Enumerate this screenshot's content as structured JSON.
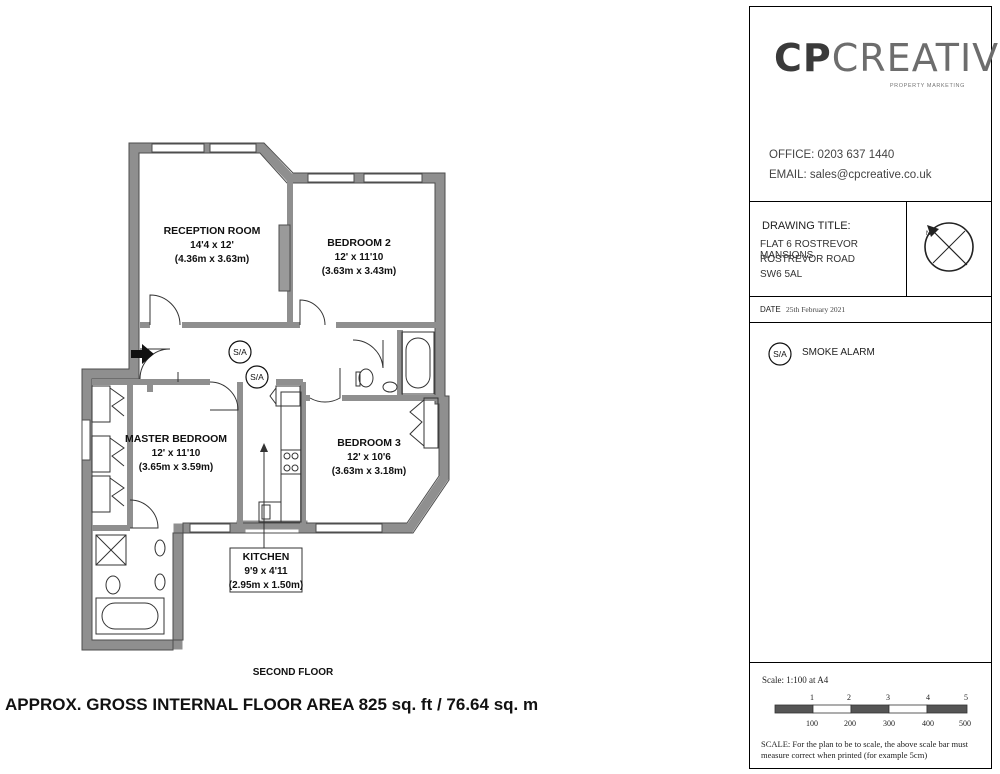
{
  "plan": {
    "rooms": [
      {
        "name": "RECEPTION ROOM",
        "imperial": "14'4 x 12'",
        "metric": "(4.36m x 3.63m)"
      },
      {
        "name": "BEDROOM 2",
        "imperial": "12' x 11'10",
        "metric": "(3.63m x 3.43m)"
      },
      {
        "name": "MASTER BEDROOM",
        "imperial": "12' x 11'10",
        "metric": "(3.65m x 3.59m)"
      },
      {
        "name": "BEDROOM 3",
        "imperial": "12' x 10'6",
        "metric": "(3.63m x 3.18m)"
      },
      {
        "name": "KITCHEN",
        "imperial": "9'9 x 4'11",
        "metric": "(2.95m x 1.50m)"
      }
    ],
    "smoke_alarm_symbol": "S/A",
    "floor": "SECOND FLOOR",
    "area": "APPROX. GROSS INTERNAL FLOOR AREA 825 sq. ft / 76.64 sq. m",
    "entrance_icon": "entrance-arrow-icon",
    "colors": {
      "wall": "#8f8f8f",
      "wall_edge": "#4d4d4d",
      "line": "#333333"
    }
  },
  "title_block": {
    "brand_bold": "CP",
    "brand_light": "CREATIVE",
    "tagline": "PROPERTY MARKETING",
    "office": "OFFICE: 0203 637 1440",
    "email": "EMAIL: sales@cpcreative.co.uk",
    "drawing_title_label": "DRAWING TITLE:",
    "address": [
      "FLAT 6 ROSTREVOR MANSIONS",
      "ROSTREVOR ROAD",
      "SW6 5AL"
    ],
    "compass_icon": "north-compass-icon",
    "date_label": "DATE",
    "date_value": "25th February 2021",
    "legend_symbol": "S/A",
    "legend_text": "SMOKE ALARM",
    "scale_title": "Scale: 1:100 at A4",
    "scale_top_ticks": [
      "1",
      "2",
      "3",
      "4",
      "5"
    ],
    "scale_bottom_ticks": [
      "100",
      "200",
      "300",
      "400",
      "500"
    ],
    "scale_note": "SCALE: For the plan to be to scale, the above scale bar must measure correct when printed (for example 5cm)"
  }
}
